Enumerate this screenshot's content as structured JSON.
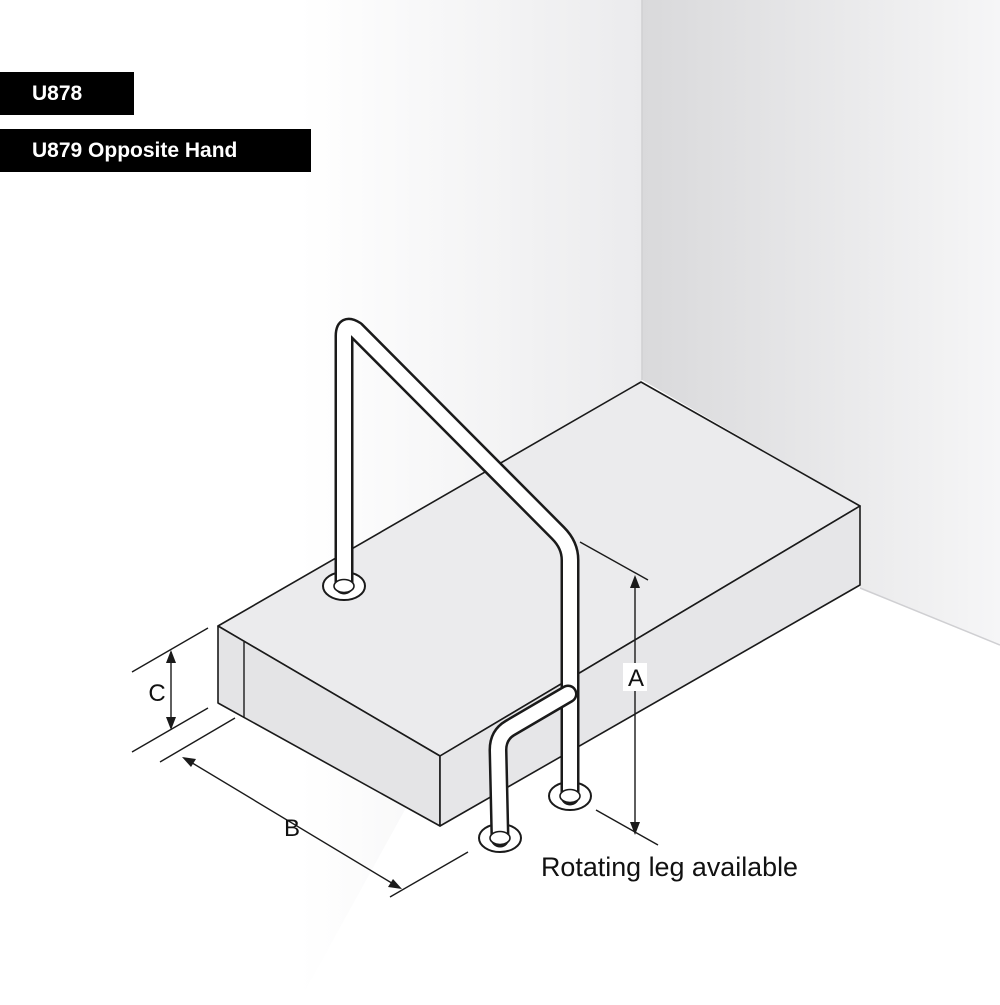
{
  "labels": {
    "model": "U878",
    "opposite": "U879 Opposite Hand",
    "note": "Rotating leg available"
  },
  "dimensions": {
    "a": "A",
    "b": "B",
    "c": "C"
  },
  "colors": {
    "badge_bg": "#000000",
    "badge_text": "#ffffff",
    "wall_back": "#f2f2f3",
    "wall_side": "#dcdcde",
    "step_top": "#ebebed",
    "step_front": "#e4e4e6",
    "line": "#1a1a1a"
  }
}
